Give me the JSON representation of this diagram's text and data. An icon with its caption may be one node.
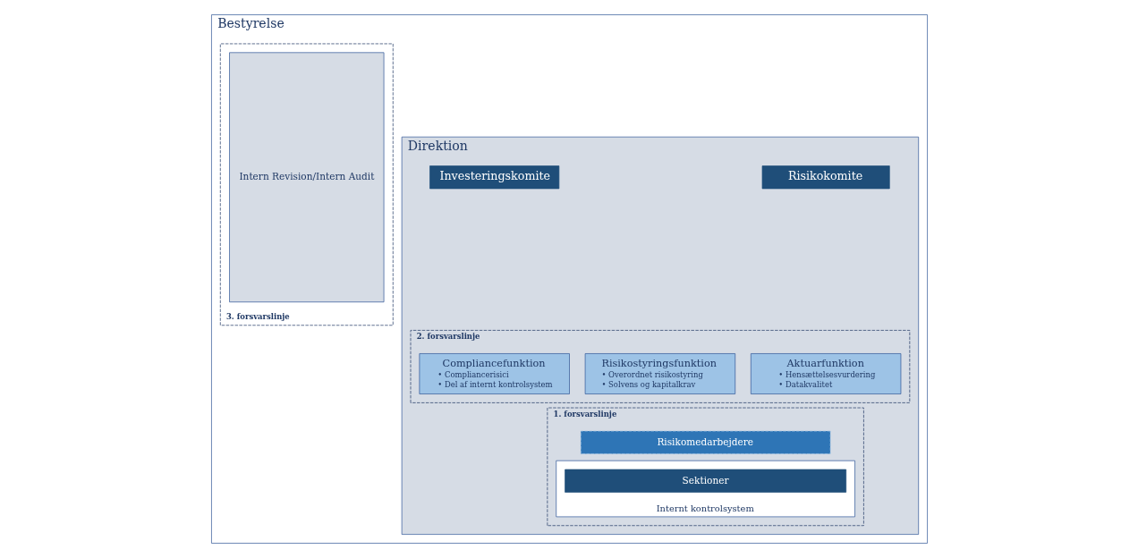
{
  "diagram": {
    "nodes": [
      {
        "text": [
          "Bestyrelse"
        ]
      },
      {
        "text": [
          "Direktion"
        ],
        "in": 0
      },
      {
        "text": [
          "Risikokomite"
        ],
        "in": 1
      },
      {
        "text": [
          "Investeringskomite"
        ],
        "in": 1
      },
      {
        "text": [
          "2. forsvarslinje"
        ],
        "in": 1
      },
      {
        "text": [
          "Aktuarfunktion",
          "• Hensættelsesvurdering",
          "• Datakvalitet"
        ],
        "in": 4
      },
      {
        "text": [
          "Risikostyringsfunktion",
          "• Overordnet risikostyring",
          "• Solvens og kapitalkrav"
        ],
        "in": 4
      },
      {
        "text": [
          "Compliancefunktion",
          "• Compliancerisici",
          "• Del af internt kontrolsystem"
        ],
        "in": 4
      },
      {
        "text": [
          "1. forsvarslinje"
        ],
        "in": 1
      },
      {
        "text": [
          "Internt kontrolsystem"
        ],
        "in": 8
      },
      {
        "text": [
          "Risikomedarbejdere"
        ],
        "in": 8
      },
      {
        "text": [
          "Sektioner"
        ],
        "in": 9
      },
      {
        "text": [
          "3. forsvarslinje"
        ],
        "in": 0
      },
      {
        "text": [
          "Intern Revision/Intern Audit"
        ],
        "in": 12
      }
    ],
    "edges": []
  }
}
